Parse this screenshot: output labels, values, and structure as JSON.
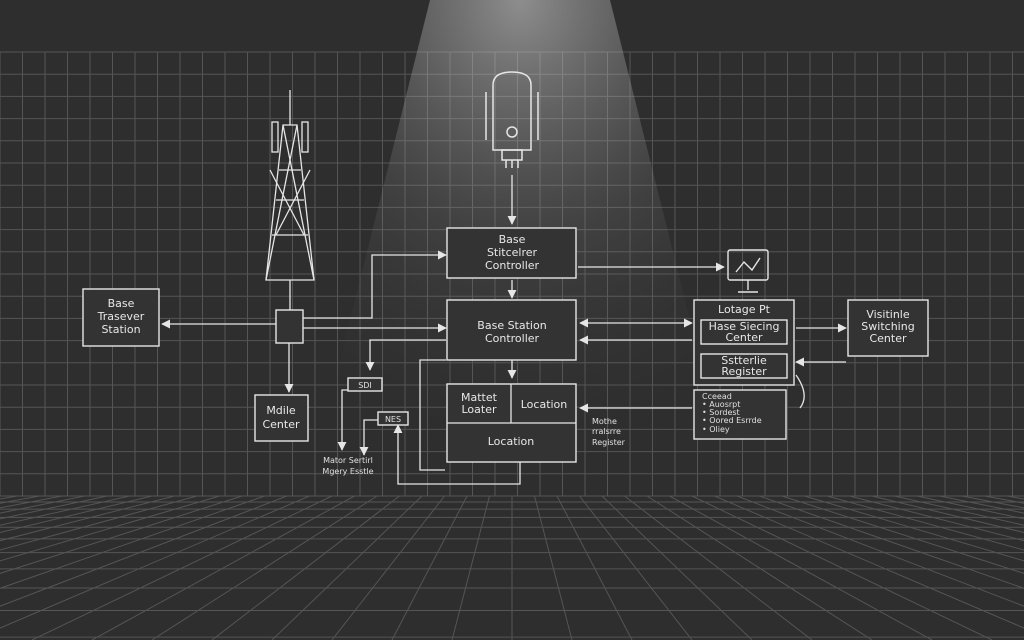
{
  "colors": {
    "background": "#2e2e2e",
    "grid": "#555555",
    "stroke": "#e6e6e6",
    "spotlight": "#d9d9d9"
  },
  "icons": {
    "tower": "cell-tower-icon",
    "device": "microphone-device-icon",
    "monitor": "monitor-icon"
  },
  "nodes": {
    "bts": [
      "Base",
      "Trasever",
      "Station"
    ],
    "bsc_top": [
      "Base",
      "Stitcelrer",
      "Controller"
    ],
    "bsc_main": [
      "Base Station",
      "Controller"
    ],
    "mobile_center": [
      "Mdile",
      "Center"
    ],
    "sd_box": "SDI",
    "nes_box": "NES",
    "matter": [
      "Mattet",
      "Loater"
    ],
    "location_right": "Location",
    "location_bottom": "Location",
    "visitor_msc": [
      "Visitinle",
      "Switching",
      "Center"
    ]
  },
  "panel": {
    "title": "Lotage Pt",
    "inner_top": [
      "Hase Siecing",
      "Center"
    ],
    "inner_bottom": [
      "Sstterlie",
      "Register"
    ],
    "list": [
      "Cceead",
      "• Auosrpt",
      "• Sordest",
      "• Oored Esrrde",
      "• Oliey"
    ]
  },
  "labels": {
    "mobile_register": [
      "Mothe",
      "rralsrre",
      "Register"
    ],
    "major_center": [
      "Mator Sertirl",
      "Mgery Esstle"
    ]
  }
}
